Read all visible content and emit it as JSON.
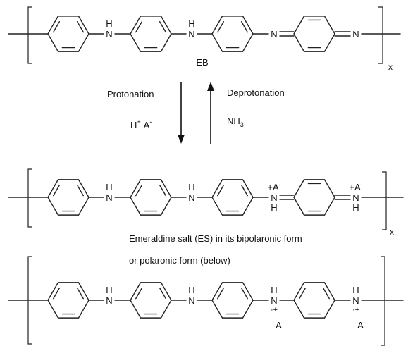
{
  "rows": [
    {
      "id": "eb",
      "rings": [
        "benzenoid",
        "benzenoid",
        "benzenoid",
        "quinoid"
      ],
      "nitrogens": [
        {
          "text": "N",
          "above": "H",
          "below": "",
          "aboveCharge": "",
          "belowCharge": ""
        },
        {
          "text": "N",
          "above": "H",
          "below": "",
          "aboveCharge": "",
          "belowCharge": ""
        },
        {
          "text": "N",
          "above": "",
          "below": "",
          "aboveCharge": "",
          "belowCharge": ""
        },
        {
          "text": "N",
          "above": "",
          "below": "",
          "aboveCharge": "",
          "belowCharge": ""
        }
      ],
      "imines": [
        false,
        false,
        true,
        true
      ],
      "label": "EB",
      "subscript": "x"
    },
    {
      "id": "es-bipolaronic",
      "rings": [
        "benzenoid",
        "benzenoid",
        "benzenoid",
        "quinoid"
      ],
      "nitrogens": [
        {
          "text": "N",
          "above": "H",
          "below": "",
          "aboveCharge": "",
          "belowCharge": ""
        },
        {
          "text": "N",
          "above": "H",
          "below": "",
          "aboveCharge": "",
          "belowCharge": ""
        },
        {
          "text": "N",
          "above": "+A",
          "aboveCharge": "-",
          "below": "H",
          "belowCharge": ""
        },
        {
          "text": "N",
          "above": "+A",
          "aboveCharge": "-",
          "below": "H",
          "belowCharge": ""
        }
      ],
      "imines": [
        false,
        false,
        true,
        true
      ],
      "label": "",
      "subscript": "x"
    },
    {
      "id": "es-polaronic",
      "rings": [
        "benzenoid",
        "benzenoid",
        "benzenoid",
        "benzenoid"
      ],
      "nitrogens": [
        {
          "text": "N",
          "above": "H",
          "below": "",
          "aboveCharge": "",
          "belowCharge": ""
        },
        {
          "text": "N",
          "above": "H",
          "below": "",
          "aboveCharge": "",
          "belowCharge": ""
        },
        {
          "text": "N",
          "above": "H",
          "below": "·+",
          "aboveCharge": "",
          "belowCharge": ""
        },
        {
          "text": "N",
          "above": "H",
          "below": "·+",
          "aboveCharge": "",
          "belowCharge": ""
        }
      ],
      "counterions": [
        {
          "text": "A",
          "charge": "-"
        },
        {
          "text": "A",
          "charge": "-"
        }
      ],
      "imines": [
        false,
        false,
        false,
        false
      ],
      "label": "",
      "subscript": ""
    }
  ],
  "equilibrium": {
    "forward": "Protonation",
    "backward": "Deprotonation",
    "forwardReagent": {
      "h": "H",
      "hCharge": "+",
      "a": "A",
      "aCharge": "-"
    },
    "backwardReagent": {
      "base": "NH",
      "sub": "3"
    }
  },
  "captions": {
    "es": "Emeraldine salt (ES) in its bipolaronic form",
    "es2": "or  polaronic form (below)"
  }
}
